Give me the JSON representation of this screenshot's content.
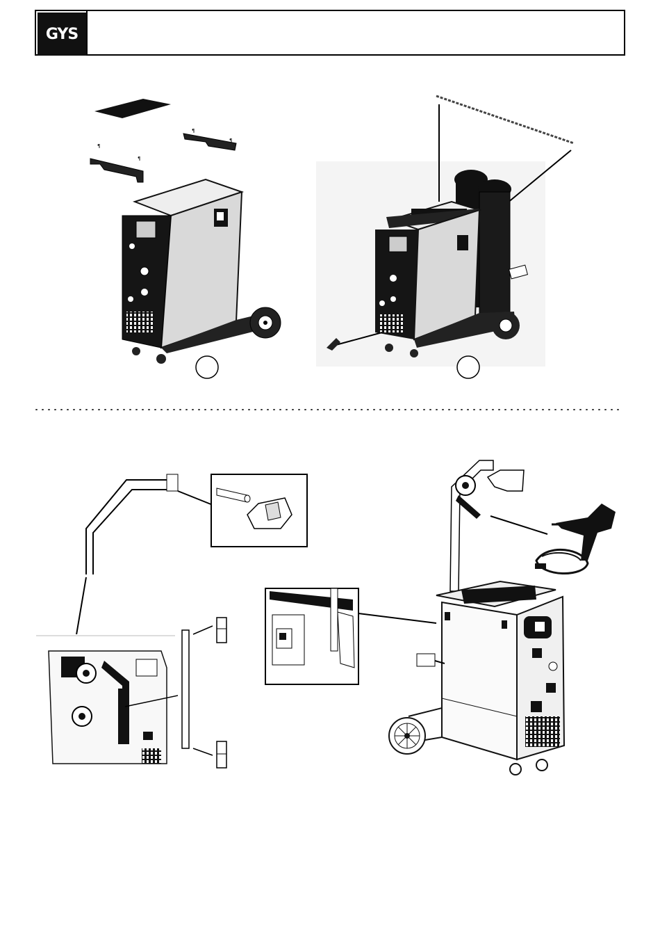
{
  "header": {
    "brand_logo_text": "GYS"
  },
  "colors": {
    "ink": "#111111",
    "body_grey": "#d9d9d9",
    "background": "#ffffff"
  },
  "figures": [
    {
      "id": "trolley-top-assembly",
      "step_marker": ""
    },
    {
      "id": "trolley-cylinders-chain",
      "step_marker": ""
    },
    {
      "id": "arm-mount-detail"
    },
    {
      "id": "spot-welder-arm-assembly"
    }
  ],
  "separator": {
    "style": "dotted"
  }
}
